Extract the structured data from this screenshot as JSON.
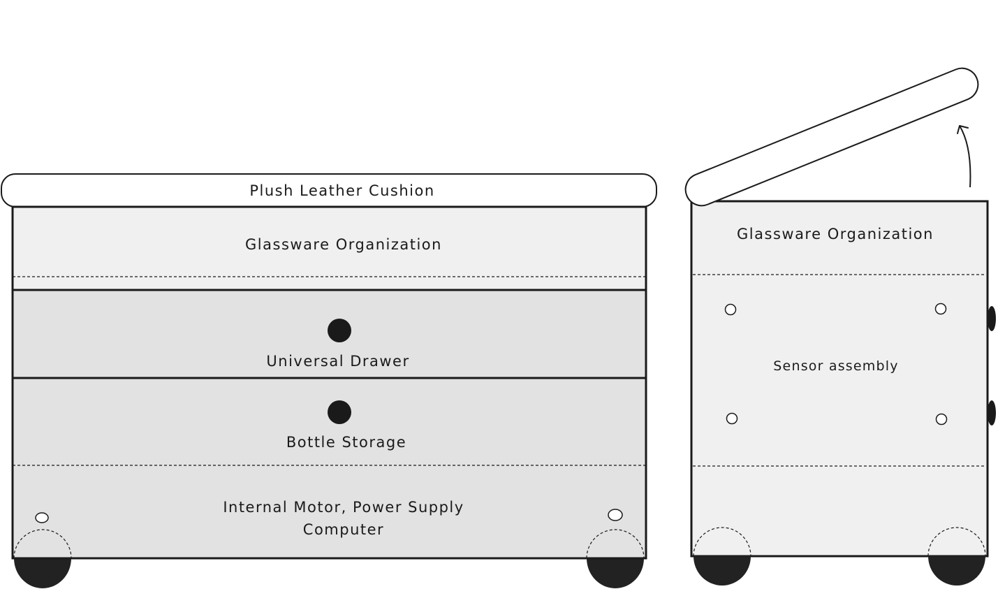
{
  "front_view": {
    "cushion_label": "Plush Leather Cushion",
    "glassware_label": "Glassware Organization",
    "drawer_label": "Universal Drawer",
    "bottle_label": "Bottle Storage",
    "motor_label_line1": "Internal Motor, Power Supply",
    "motor_label_line2": "Computer"
  },
  "side_view": {
    "glassware_label": "Glassware Organization",
    "sensor_label": "Sensor assembly"
  },
  "colors": {
    "stroke": "#1a1a1a",
    "panel_light": "#f0f0f0",
    "panel_mid": "#e2e2e2",
    "wheel": "#222222"
  }
}
